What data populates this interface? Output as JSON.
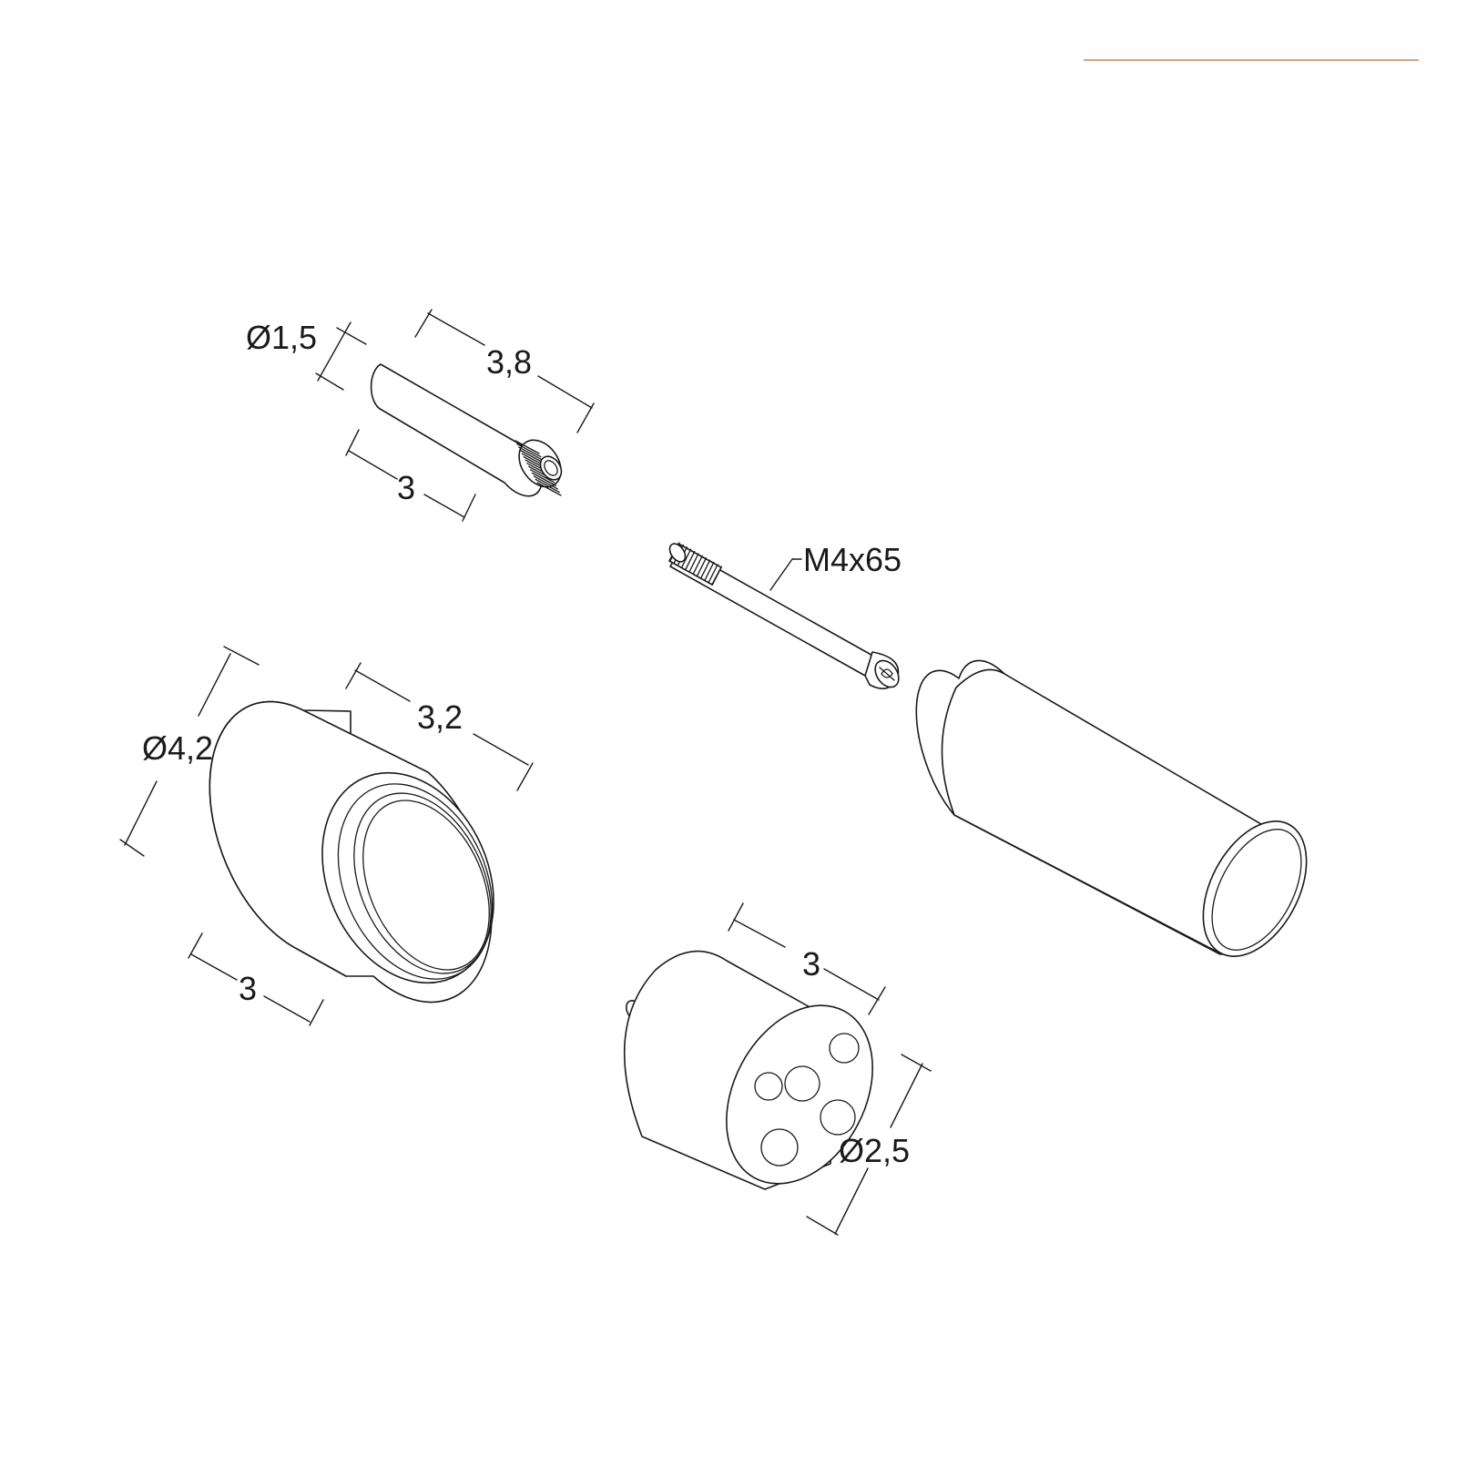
{
  "accent_color": "#d9a384",
  "line_color": "#1a1a1a",
  "dimensions": {
    "pin_diameter": "Ø1,5",
    "pin_length": "3,8",
    "pin_body_length": "3",
    "screw_size": "M4x65",
    "cap_diameter": "Ø4,2",
    "cap_length": "3,2",
    "cap_body_length": "3",
    "cylinder_length": "3",
    "cylinder_diameter": "Ø2,5"
  }
}
